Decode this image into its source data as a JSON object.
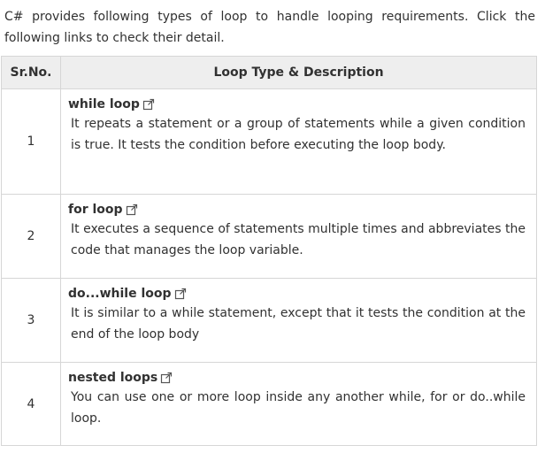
{
  "intro": "C# provides following types of loop to handle looping requirements. Click the following links to check their detail.",
  "table": {
    "headers": [
      "Sr.No.",
      "Loop Type & Description"
    ],
    "rows": [
      {
        "number": "1",
        "name": "while loop",
        "description": "It repeats a statement or a group of statements while a given condition is true. It tests the condition before executing the loop body."
      },
      {
        "number": "2",
        "name": "for loop",
        "description": "It executes a sequence of statements multiple times and abbreviates the code that manages the loop variable."
      },
      {
        "number": "3",
        "name": "do...while loop",
        "description": "It is similar to a while statement, except that it tests the condition at the end of the loop body"
      },
      {
        "number": "4",
        "name": "nested loops",
        "description": "You can use one or more loop inside any another while, for or do..while loop."
      }
    ]
  },
  "icons": {
    "external_link": "external-link-icon"
  },
  "colors": {
    "text": "#313131",
    "header_bg": "#eeeeee",
    "border": "#d6d6d6"
  }
}
